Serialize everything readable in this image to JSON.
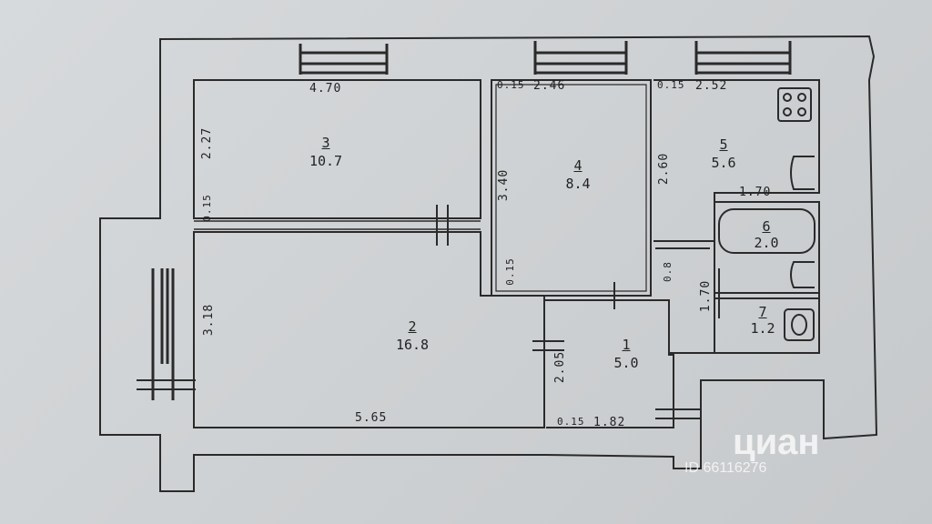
{
  "rooms": [
    {
      "id": "3",
      "number": "3",
      "area": "10.7"
    },
    {
      "id": "4",
      "number": "4",
      "area": "8.4"
    },
    {
      "id": "5",
      "number": "5",
      "area": "5.6"
    },
    {
      "id": "2",
      "number": "2",
      "area": "16.8"
    },
    {
      "id": "1",
      "number": "1",
      "area": "5.0"
    },
    {
      "id": "6",
      "number": "6",
      "area": "2.0"
    },
    {
      "id": "7",
      "number": "7",
      "area": "1.2"
    }
  ],
  "dimensions": {
    "d470": "4.70",
    "d015a": "0.15",
    "d246": "2.46",
    "d015b": "0.15",
    "d252": "2.52",
    "d227": "2.27",
    "d015c": "0.15",
    "d340": "3.40",
    "d260": "2.60",
    "d170h": "1.70",
    "d318": "3.18",
    "d015d": "0.15",
    "d08": "0.8",
    "d170v": "1.70",
    "d205": "2.05",
    "d565": "5.65",
    "d015e": "0.15",
    "d182": "1.82"
  },
  "watermark": {
    "brand": "циан",
    "id": "ID 66116276"
  },
  "colors": {
    "ink": "#2a2a2a",
    "paper": "#d3d6d8"
  }
}
